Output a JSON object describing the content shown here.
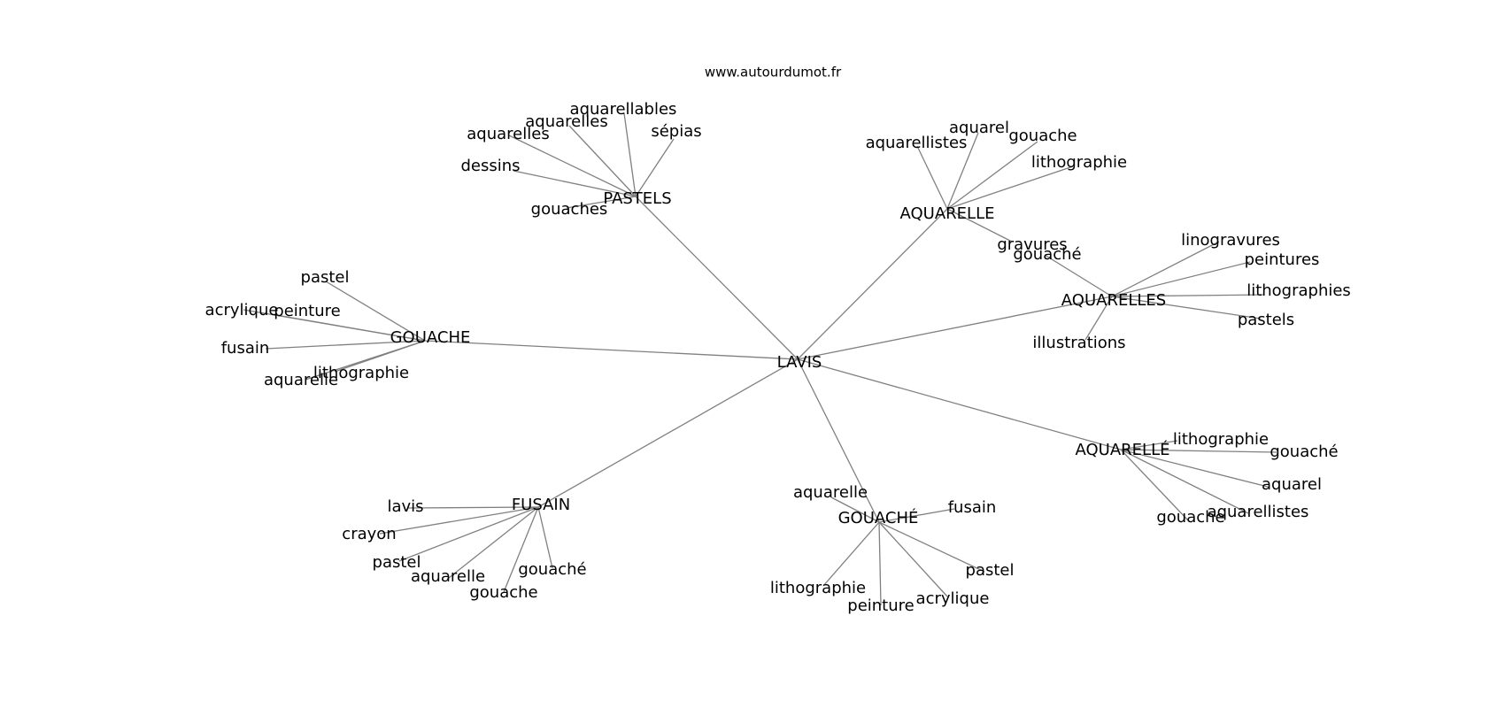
{
  "watermark": "www.autourdumot.fr",
  "graph": {
    "center": "LAVIS",
    "hubs": [
      {
        "id": "pastels",
        "label": "PASTELS",
        "leaves": [
          {
            "id": "aquarellables",
            "label": "aquarellables"
          },
          {
            "id": "aquarelles",
            "label": "aquarelles"
          },
          {
            "id": "aquarelles2",
            "label": "aquarelles"
          },
          {
            "id": "sepias",
            "label": "sépias"
          },
          {
            "id": "dessins",
            "label": "dessins"
          },
          {
            "id": "gouaches",
            "label": "gouaches"
          }
        ]
      },
      {
        "id": "aquarelle",
        "label": "AQUARELLE",
        "leaves": [
          {
            "id": "aquarel",
            "label": "aquarel"
          },
          {
            "id": "aquarellistes",
            "label": "aquarellistes"
          },
          {
            "id": "gouache",
            "label": "gouache"
          },
          {
            "id": "lithographie",
            "label": "lithographie"
          },
          {
            "id": "gravures",
            "label": "gravures"
          }
        ]
      },
      {
        "id": "aquarelles-hub",
        "label": "AQUARELLES",
        "leaves": [
          {
            "id": "linogravures",
            "label": "linogravures"
          },
          {
            "id": "peintures",
            "label": "peintures"
          },
          {
            "id": "lithographies",
            "label": "lithographies"
          },
          {
            "id": "pastels",
            "label": "pastels"
          },
          {
            "id": "illustrations",
            "label": "illustrations"
          },
          {
            "id": "gouache-accent",
            "label": "gouaché"
          }
        ]
      },
      {
        "id": "gouache-hub",
        "label": "GOUACHE",
        "leaves": [
          {
            "id": "pastel",
            "label": "pastel"
          },
          {
            "id": "acrylique",
            "label": "acrylique"
          },
          {
            "id": "peinture",
            "label": "peinture"
          },
          {
            "id": "fusain",
            "label": "fusain"
          },
          {
            "id": "lithographie",
            "label": "lithographie"
          },
          {
            "id": "aquarelle",
            "label": "aquarelle"
          }
        ]
      },
      {
        "id": "aquarelle-accent",
        "label": "AQUARELLÉ",
        "leaves": [
          {
            "id": "lithographie",
            "label": "lithographie"
          },
          {
            "id": "gouache-accent",
            "label": "gouaché"
          },
          {
            "id": "aquarel",
            "label": "aquarel"
          },
          {
            "id": "aquarellistes",
            "label": "aquarellistes"
          },
          {
            "id": "gouache",
            "label": "gouache"
          }
        ]
      },
      {
        "id": "fusain-hub",
        "label": "FUSAIN",
        "leaves": [
          {
            "id": "lavis",
            "label": "lavis"
          },
          {
            "id": "crayon",
            "label": "crayon"
          },
          {
            "id": "pastel",
            "label": "pastel"
          },
          {
            "id": "aquarelle",
            "label": "aquarelle"
          },
          {
            "id": "gouache-accent",
            "label": "gouaché"
          },
          {
            "id": "gouache",
            "label": "gouache"
          }
        ]
      },
      {
        "id": "gouache-accent-hub",
        "label": "GOUACHÉ",
        "leaves": [
          {
            "id": "aquarelle",
            "label": "aquarelle"
          },
          {
            "id": "fusain",
            "label": "fusain"
          },
          {
            "id": "lithographie",
            "label": "lithographie"
          },
          {
            "id": "peinture",
            "label": "peinture"
          },
          {
            "id": "acrylique",
            "label": "acrylique"
          },
          {
            "id": "pastel",
            "label": "pastel"
          }
        ]
      }
    ]
  }
}
